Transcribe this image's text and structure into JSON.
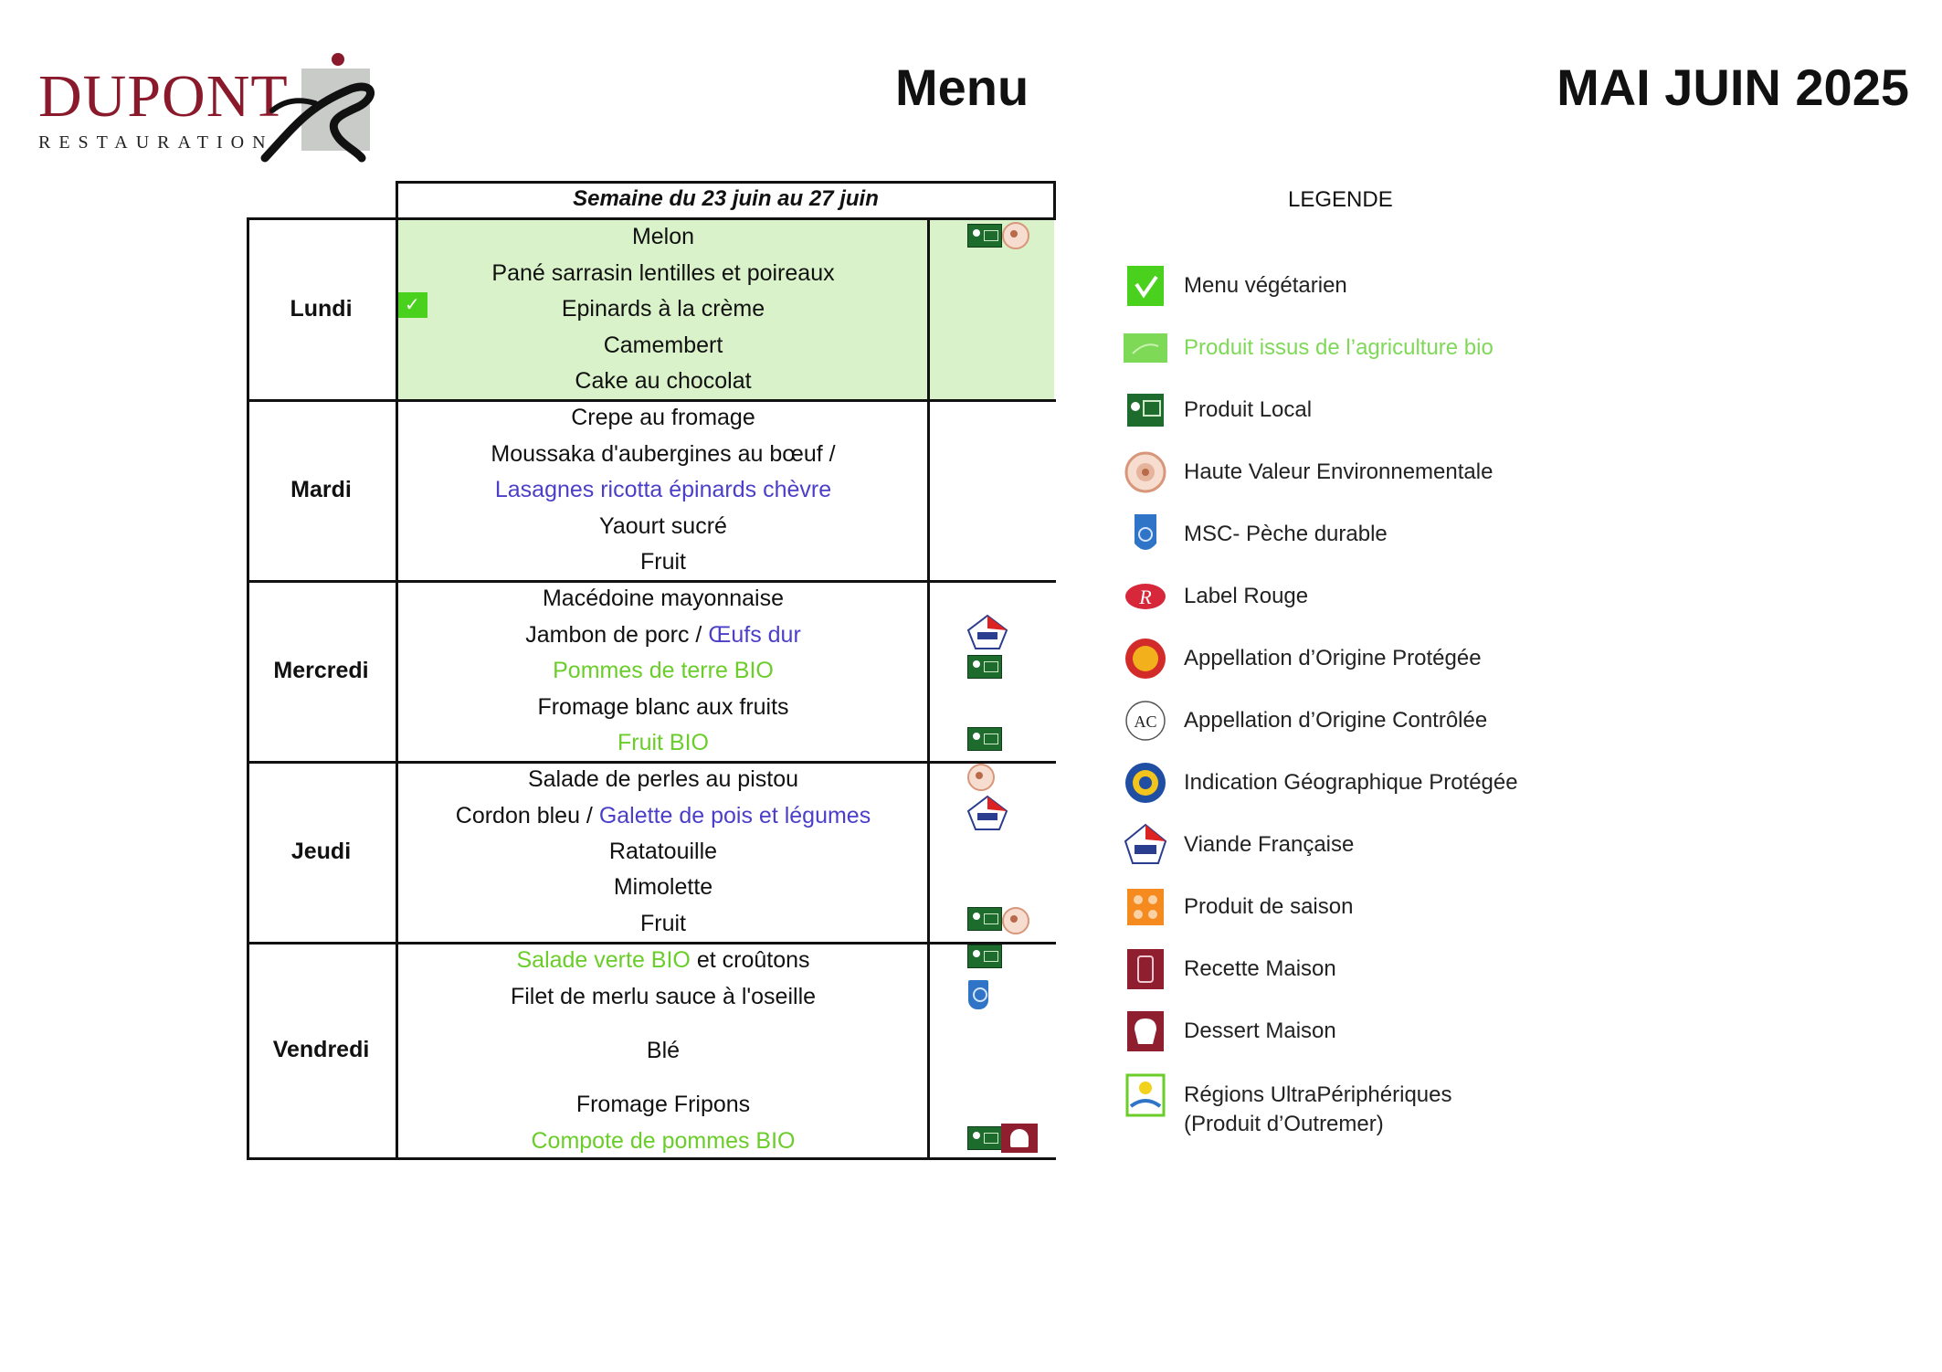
{
  "header": {
    "logo_brand": "DUPONT",
    "logo_sub": "RESTAURATION",
    "title": "Menu",
    "period": "MAI JUIN 2025"
  },
  "week": {
    "title": "Semaine du 23 juin au 27 juin",
    "days": [
      {
        "name": "Lundi",
        "vegetarian": true,
        "dishes": [
          {
            "parts": [
              {
                "text": "Melon",
                "color": "dark"
              }
            ]
          },
          {
            "parts": [
              {
                "text": "Pané sarrasin lentilles et poireaux",
                "color": "dark"
              }
            ]
          },
          {
            "parts": [
              {
                "text": "Epinards à la crème",
                "color": "dark"
              }
            ]
          },
          {
            "parts": [
              {
                "text": "Camembert",
                "color": "dark"
              }
            ]
          },
          {
            "parts": [
              {
                "text": "Cake au chocolat",
                "color": "dark"
              }
            ]
          }
        ]
      },
      {
        "name": "Mardi",
        "dishes": [
          {
            "parts": [
              {
                "text": "Crepe au fromage",
                "color": "dark"
              }
            ]
          },
          {
            "parts": [
              {
                "text": "Moussaka d'aubergines au bœuf /",
                "color": "dark"
              }
            ]
          },
          {
            "parts": [
              {
                "text": "Lasagnes ricotta épinards chèvre",
                "color": "blue"
              }
            ]
          },
          {
            "parts": [
              {
                "text": "Yaourt sucré",
                "color": "dark"
              }
            ]
          },
          {
            "parts": [
              {
                "text": "Fruit",
                "color": "dark"
              }
            ]
          }
        ]
      },
      {
        "name": "Mercredi",
        "dishes": [
          {
            "parts": [
              {
                "text": "Macédoine mayonnaise",
                "color": "dark"
              }
            ]
          },
          {
            "parts": [
              {
                "text": "Jambon de porc / ",
                "color": "dark"
              },
              {
                "text": "Œufs dur",
                "color": "blue"
              }
            ]
          },
          {
            "parts": [
              {
                "text": "Pommes de terre BIO",
                "color": "green"
              }
            ]
          },
          {
            "parts": [
              {
                "text": "Fromage blanc aux fruits",
                "color": "dark"
              }
            ]
          },
          {
            "parts": [
              {
                "text": "Fruit BIO",
                "color": "green"
              }
            ]
          }
        ]
      },
      {
        "name": "Jeudi",
        "dishes": [
          {
            "parts": [
              {
                "text": "Salade de perles au pistou",
                "color": "dark"
              }
            ]
          },
          {
            "parts": [
              {
                "text": "Cordon bleu / ",
                "color": "dark"
              },
              {
                "text": "Galette de pois et légumes",
                "color": "blue"
              }
            ]
          },
          {
            "parts": [
              {
                "text": "Ratatouille",
                "color": "dark"
              }
            ]
          },
          {
            "parts": [
              {
                "text": "Mimolette",
                "color": "dark"
              }
            ]
          },
          {
            "parts": [
              {
                "text": "Fruit",
                "color": "dark"
              }
            ]
          }
        ]
      },
      {
        "name": "Vendredi",
        "dishes": [
          {
            "parts": [
              {
                "text": "Salade verte BIO",
                "color": "green"
              },
              {
                "text": " et croûtons",
                "color": "dark"
              }
            ]
          },
          {
            "parts": [
              {
                "text": "Filet de merlu sauce à l'oseille",
                "color": "dark"
              }
            ]
          },
          {
            "parts": [
              {
                "text": "Blé",
                "color": "dark"
              }
            ]
          },
          {
            "parts": [
              {
                "text": "Fromage Fripons",
                "color": "dark"
              }
            ]
          },
          {
            "parts": [
              {
                "text": "Compote de pommes BIO",
                "color": "green"
              }
            ]
          }
        ]
      }
    ]
  },
  "legend": {
    "title": "LEGENDE",
    "items": [
      {
        "label": "Menu végétarien",
        "icon": "vegetarian-icon",
        "color": "#222222"
      },
      {
        "label": "Produit issus de l’agriculture bio",
        "icon": "bio-icon",
        "color": "#7ed957"
      },
      {
        "label": "Produit Local",
        "icon": "local-product-icon",
        "color": "#222222"
      },
      {
        "label": "Haute Valeur Environnementale",
        "icon": "hve-icon",
        "color": "#222222"
      },
      {
        "label": "MSC- Pèche durable",
        "icon": "msc-icon",
        "color": "#222222"
      },
      {
        "label": "Label Rouge",
        "icon": "label-rouge-icon",
        "color": "#222222"
      },
      {
        "label": "Appellation d’Origine Protégée",
        "icon": "aop-icon",
        "color": "#222222"
      },
      {
        "label": "Appellation d’Origine Contrôlée",
        "icon": "aoc-icon",
        "color": "#222222"
      },
      {
        "label": "Indication Géographique Protégée",
        "icon": "igp-icon",
        "color": "#222222"
      },
      {
        "label": "Viande Française",
        "icon": "viande-francaise-icon",
        "color": "#222222"
      },
      {
        "label": "Produit de saison",
        "icon": "seasonal-icon",
        "color": "#222222"
      },
      {
        "label": "Recette Maison",
        "icon": "recette-maison-icon",
        "color": "#222222"
      },
      {
        "label": "Dessert Maison",
        "icon": "dessert-maison-icon",
        "color": "#222222"
      },
      {
        "label": "Régions UltraPériphériques",
        "label2": "(Produit d’Outremer)",
        "icon": "rup-icon",
        "color": "#222222"
      }
    ]
  },
  "colors": {
    "brand": "#8a1a2b",
    "vegetarian_bg": "#d9f2c9",
    "bio_green": "#6acd2a",
    "alt_blue": "#4b3fc9"
  }
}
